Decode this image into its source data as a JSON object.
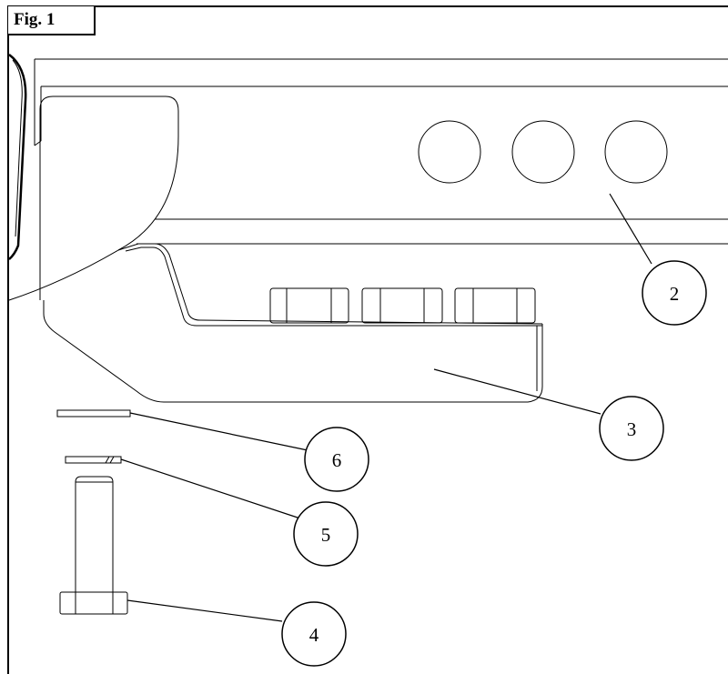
{
  "figure": {
    "label": "Fig. 1",
    "line_color": "#000000",
    "background": "#ffffff"
  },
  "callouts": [
    {
      "id": "2",
      "number": "2"
    },
    {
      "id": "3",
      "number": "3"
    },
    {
      "id": "6",
      "number": "6"
    },
    {
      "id": "5",
      "number": "5"
    },
    {
      "id": "4",
      "number": "4"
    }
  ]
}
